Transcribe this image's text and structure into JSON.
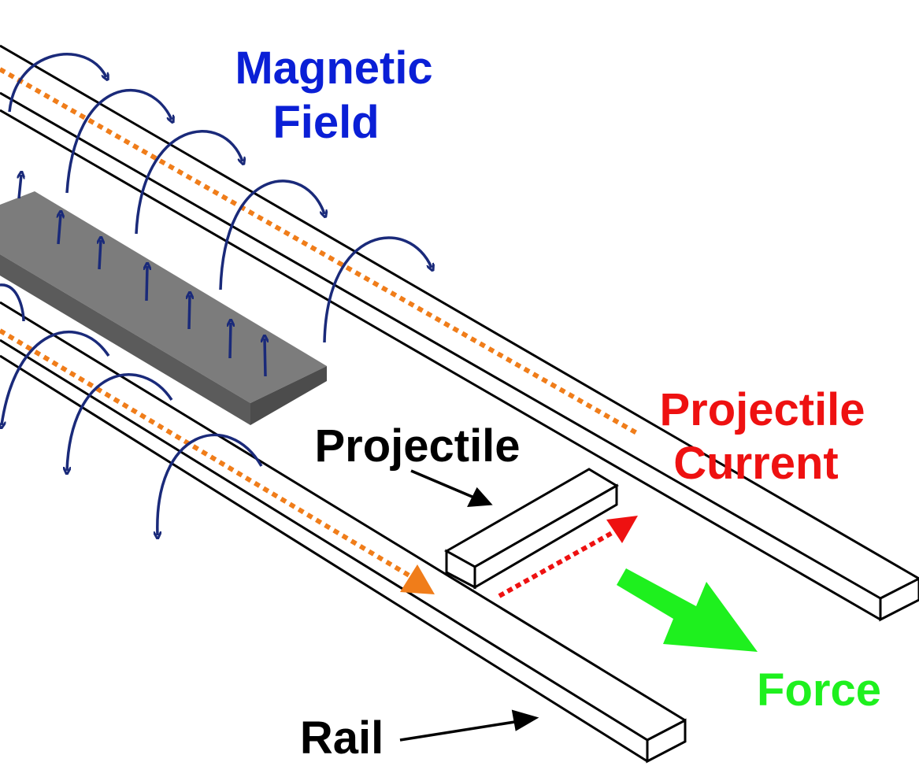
{
  "labels": {
    "magnetic_field": [
      "Magnetic",
      "Field"
    ],
    "projectile_current": [
      "Projectile",
      "Current"
    ],
    "projectile": "Projectile",
    "force": "Force",
    "rail": "Rail"
  },
  "colors": {
    "magnetic_field": "#0a1fd6",
    "field_arrows": "#1a2a7a",
    "projectile_current": "#ee1111",
    "rail_current": "#f07d1a",
    "force": "#1ef01e",
    "plate": "#777777",
    "outline": "#000000"
  }
}
